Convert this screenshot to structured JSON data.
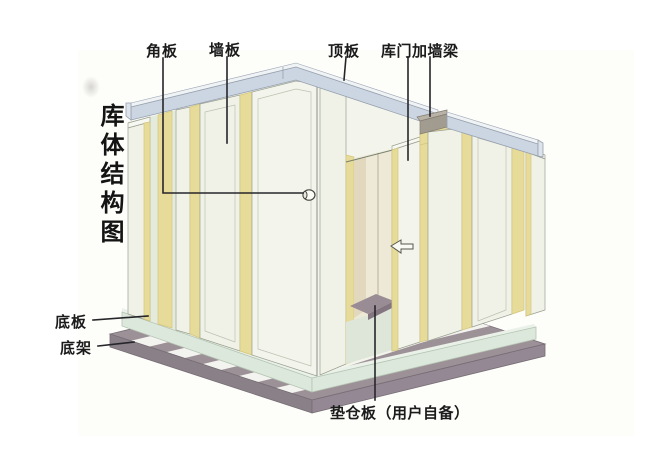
{
  "figure": {
    "title": "库体结构图",
    "labels": {
      "corner_panel": "角板",
      "wall_panel": "墙板",
      "top_panel": "顶板",
      "door_wall_beam": "库门加墙梁",
      "bottom_panel": "底板",
      "bottom_frame": "底架",
      "pallet_board": "垫仓板（用户自备）"
    },
    "icons": [
      "cam-lock-icon",
      "door-handle-icon"
    ]
  },
  "colors": {
    "panel-face": "#f0f2e8",
    "panel-tint": "#eaeedd",
    "panel-light": "#f3f5ec",
    "panel-cap": "#f7f8f2",
    "ceiling": "#e5ebdc",
    "insulation-yellow": "#e7db99",
    "insulation-dark": "#d4c67e",
    "roof-blue": "#ccd6e2",
    "roof-sliver": "#f0f3f5",
    "roof-cap": "#dde3ea",
    "roof-line": "#97a1ae",
    "beam-gray": "#a29c90",
    "beam-top": "#b9b3a7",
    "floor-green": "#dce8dc",
    "floor-light": "#eaf1e8",
    "floor-line": "#b4c4b2",
    "base-mauve": "#9d9198",
    "base-front": "#8a8087",
    "base-front2": "#938893",
    "base-line": "#776d75",
    "slat-white": "#f3f3ef",
    "interior-tan": "#eee9d7",
    "interior-shade": "#e2d8bd",
    "interior-floor": "#dde6d8",
    "interior-line": "#a89f8a",
    "pallet-mauve": "#9a8c94",
    "pallet-dark": "#847680",
    "outline": "#9aa091",
    "ink": "#26262a"
  }
}
